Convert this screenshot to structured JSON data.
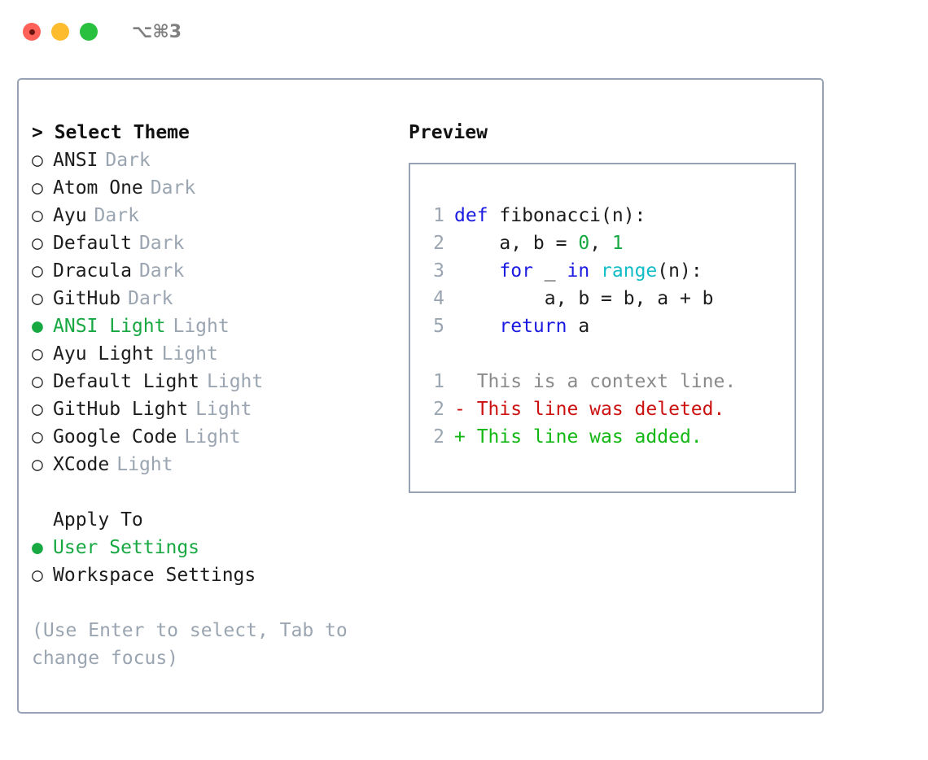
{
  "titlebar": {
    "shortcut": "⌥⌘3",
    "lights": [
      "close",
      "minimize",
      "maximize"
    ]
  },
  "theme_panel": {
    "title": "> Select Theme",
    "options": [
      {
        "marker": "○",
        "name": "ANSI",
        "variant": "Dark",
        "selected": false
      },
      {
        "marker": "○",
        "name": "Atom One",
        "variant": "Dark",
        "selected": false
      },
      {
        "marker": "○",
        "name": "Ayu",
        "variant": "Dark",
        "selected": false
      },
      {
        "marker": "○",
        "name": "Default",
        "variant": "Dark",
        "selected": false
      },
      {
        "marker": "○",
        "name": "Dracula",
        "variant": "Dark",
        "selected": false
      },
      {
        "marker": "○",
        "name": "GitHub",
        "variant": "Dark",
        "selected": false
      },
      {
        "marker": "●",
        "name": "ANSI Light",
        "variant": "Light",
        "selected": true
      },
      {
        "marker": "○",
        "name": "Ayu Light",
        "variant": "Light",
        "selected": false
      },
      {
        "marker": "○",
        "name": "Default Light",
        "variant": "Light",
        "selected": false
      },
      {
        "marker": "○",
        "name": "GitHub Light",
        "variant": "Light",
        "selected": false
      },
      {
        "marker": "○",
        "name": "Google Code",
        "variant": "Light",
        "selected": false
      },
      {
        "marker": "○",
        "name": "XCode",
        "variant": "Light",
        "selected": false
      }
    ]
  },
  "apply_to": {
    "heading": "Apply To",
    "options": [
      {
        "marker": "●",
        "name": "User Settings",
        "selected": true
      },
      {
        "marker": "○",
        "name": "Workspace Settings",
        "selected": false
      }
    ]
  },
  "hint": "(Use Enter to select, Tab to change focus)",
  "preview": {
    "heading": "Preview",
    "code_lines": [
      {
        "no": "1",
        "tokens": [
          {
            "t": "def",
            "c": "kw"
          },
          {
            "t": " fibonacci(n):",
            "c": "plain"
          }
        ]
      },
      {
        "no": "2",
        "tokens": [
          {
            "t": "    a, b = ",
            "c": "plain"
          },
          {
            "t": "0",
            "c": "num"
          },
          {
            "t": ", ",
            "c": "plain"
          },
          {
            "t": "1",
            "c": "num"
          }
        ]
      },
      {
        "no": "3",
        "tokens": [
          {
            "t": "    ",
            "c": "plain"
          },
          {
            "t": "for",
            "c": "kw"
          },
          {
            "t": " _ ",
            "c": "plain"
          },
          {
            "t": "in",
            "c": "kw"
          },
          {
            "t": " ",
            "c": "plain"
          },
          {
            "t": "range",
            "c": "fn"
          },
          {
            "t": "(n):",
            "c": "plain"
          }
        ]
      },
      {
        "no": "4",
        "tokens": [
          {
            "t": "        a, b = b, a + b",
            "c": "plain"
          }
        ]
      },
      {
        "no": "5",
        "tokens": [
          {
            "t": "    ",
            "c": "plain"
          },
          {
            "t": "return",
            "c": "kw"
          },
          {
            "t": " a",
            "c": "plain"
          }
        ]
      }
    ],
    "diff_lines": [
      {
        "no": "1",
        "kind": "context",
        "text": "  This is a context line."
      },
      {
        "no": "2",
        "kind": "del",
        "text": "- This line was deleted."
      },
      {
        "no": "2",
        "kind": "add",
        "text": "+ This line was added."
      }
    ]
  },
  "colors": {
    "selected_green": "#17a842",
    "muted_gray": "#9aa5b1",
    "border": "#97a3b4",
    "keyword_blue": "#1a1ae0",
    "function_cyan": "#11bcc6",
    "number_green": "#17a842",
    "diff_delete_red": "#cc1111",
    "diff_add_green": "#14b814",
    "diff_context_gray": "#8a8a8a"
  }
}
